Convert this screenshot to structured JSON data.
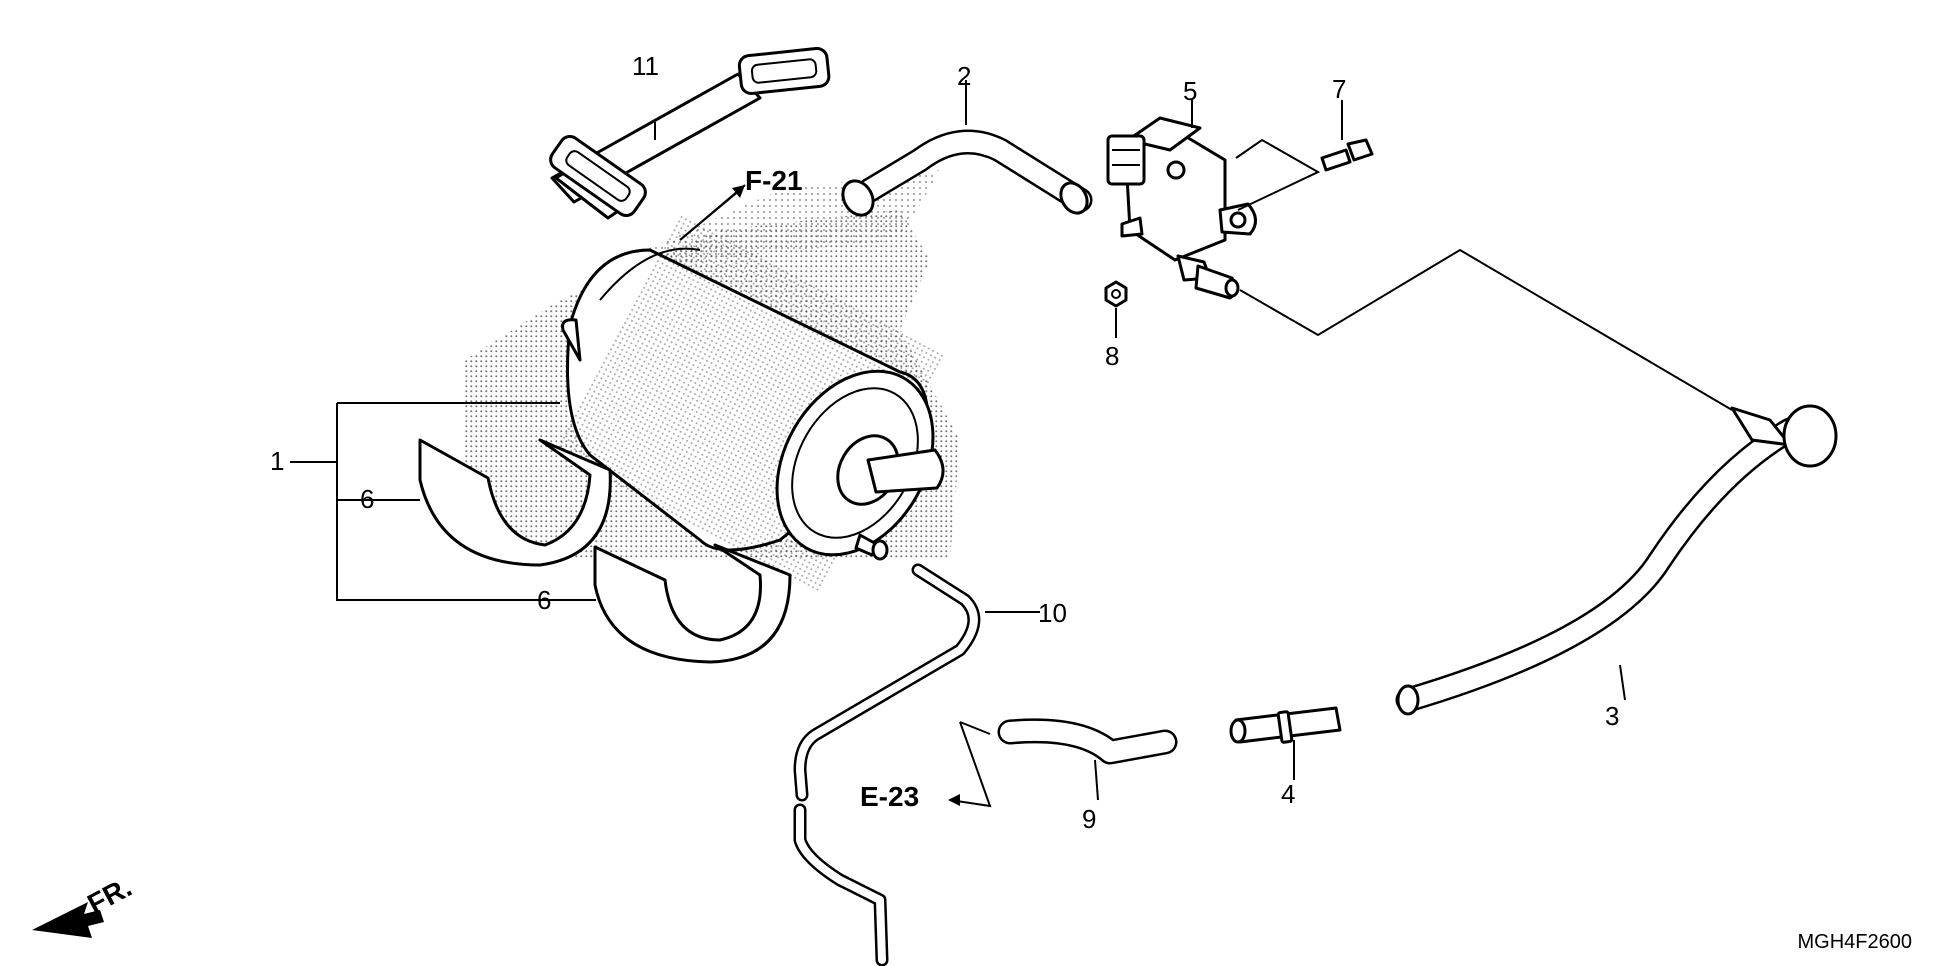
{
  "callouts": {
    "c1": "1",
    "c2": "2",
    "c3": "3",
    "c4": "4",
    "c5": "5",
    "c6a": "6",
    "c6b": "6",
    "c7": "7",
    "c8": "8",
    "c9": "9",
    "c10": "10",
    "c11": "11"
  },
  "references": {
    "f21": "F-21",
    "e23": "E-23",
    "front": "FR."
  },
  "diagram_code": "MGH4F2600",
  "parts": [
    {
      "ref": "1",
      "part": "canister-assembly"
    },
    {
      "ref": "2",
      "part": "purge-hose-upper"
    },
    {
      "ref": "3",
      "part": "purge-hose-long"
    },
    {
      "ref": "4",
      "part": "hose-joint"
    },
    {
      "ref": "5",
      "part": "purge-control-solenoid-valve"
    },
    {
      "ref": "6",
      "part": "canister-cushion-rubber"
    },
    {
      "ref": "7",
      "part": "flange-bolt"
    },
    {
      "ref": "8",
      "part": "flange-nut"
    },
    {
      "ref": "9",
      "part": "short-hose"
    },
    {
      "ref": "10",
      "part": "drain-tube"
    },
    {
      "ref": "11",
      "part": "canister-band"
    }
  ]
}
